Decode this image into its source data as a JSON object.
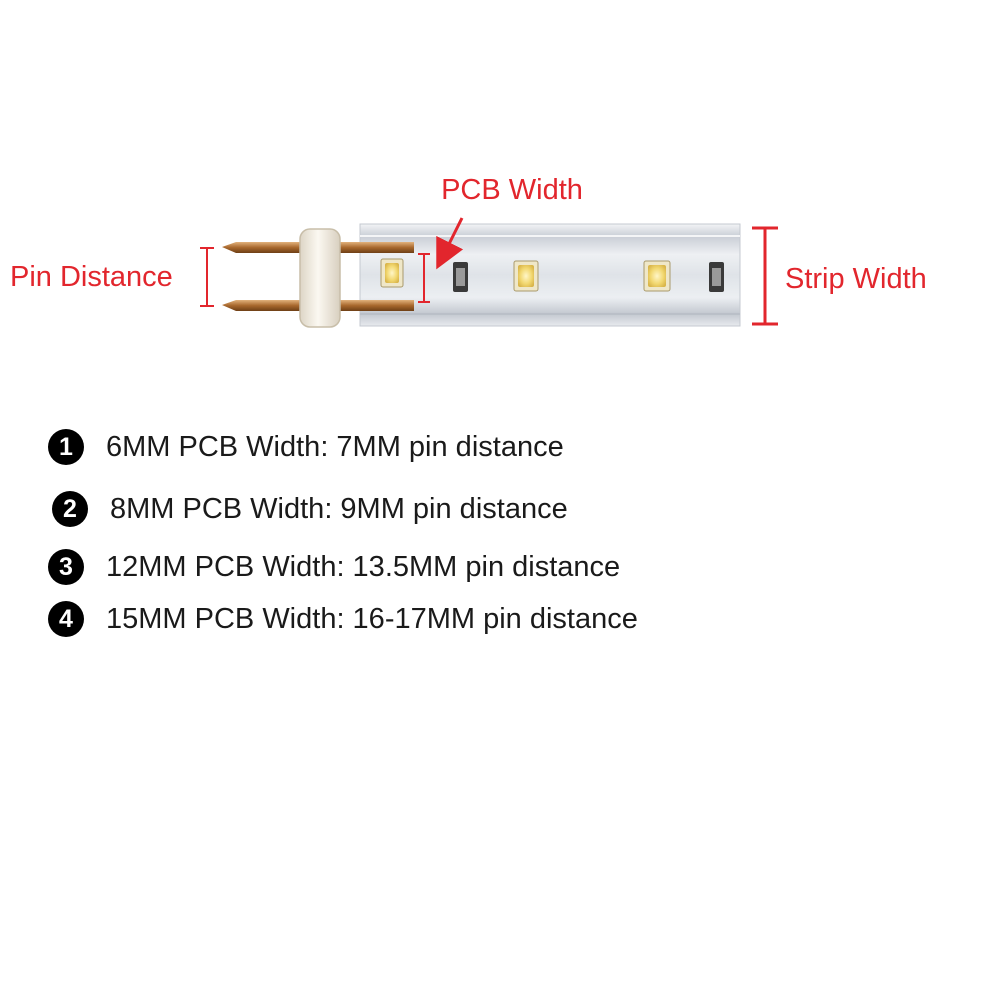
{
  "labels": {
    "pcb_width": "PCB Width",
    "pin_distance": "Pin Distance",
    "strip_width": "Strip Width"
  },
  "specs": [
    {
      "number": "1",
      "text": "6MM PCB Width: 7MM pin distance"
    },
    {
      "number": "2",
      "text": "8MM PCB Width: 9MM pin distance"
    },
    {
      "number": "3",
      "text": "12MM PCB Width: 13.5MM pin distance"
    },
    {
      "number": "4",
      "text": "15MM PCB Width: 16-17MM pin distance"
    }
  ],
  "colors": {
    "annotation_red": "#e2262d",
    "pin_brass": "#b5763a",
    "connector_white": "#f4efe4",
    "strip_clear": "#e4e8ee",
    "led_yellow": "#f2d870",
    "badge_black": "#000000"
  }
}
